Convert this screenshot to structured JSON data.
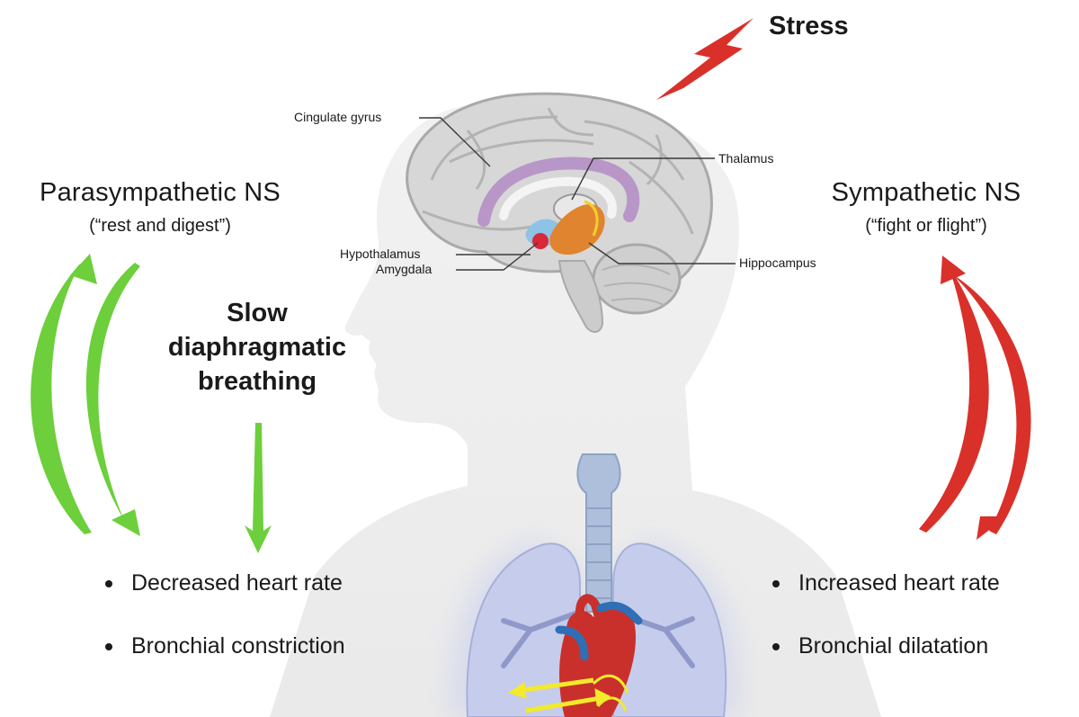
{
  "stress": {
    "label": "Stress"
  },
  "parasympathetic": {
    "title": "Parasympathetic NS",
    "subtitle": "(“rest and digest”)",
    "color": "#6ccf3b",
    "effects": [
      "Decreased heart rate",
      "Bronchial constriction"
    ]
  },
  "sympathetic": {
    "title": "Sympathetic NS",
    "subtitle": "(“fight or flight”)",
    "color": "#d9302a",
    "effects": [
      "Increased heart rate",
      "Bronchial dilatation"
    ]
  },
  "breathing": {
    "line1": "Slow",
    "line2": "diaphragmatic",
    "line3": "breathing"
  },
  "brain_labels": {
    "cingulate_gyrus": "Cingulate gyrus",
    "thalamus": "Thalamus",
    "hypothalamus": "Hypothalamus",
    "amygdala": "Amygdala",
    "hippocampus": "Hippocampus"
  },
  "colors": {
    "stress_bolt": "#d9302a",
    "cingulate": "#b58fc6",
    "hippocampus": "#e0842f",
    "amygdala": "#d8283a",
    "hypothalamus": "#8ec3e6",
    "lungs": "#c7cdee",
    "heart": "#c9302c",
    "airflow": "#f2ea2a"
  }
}
